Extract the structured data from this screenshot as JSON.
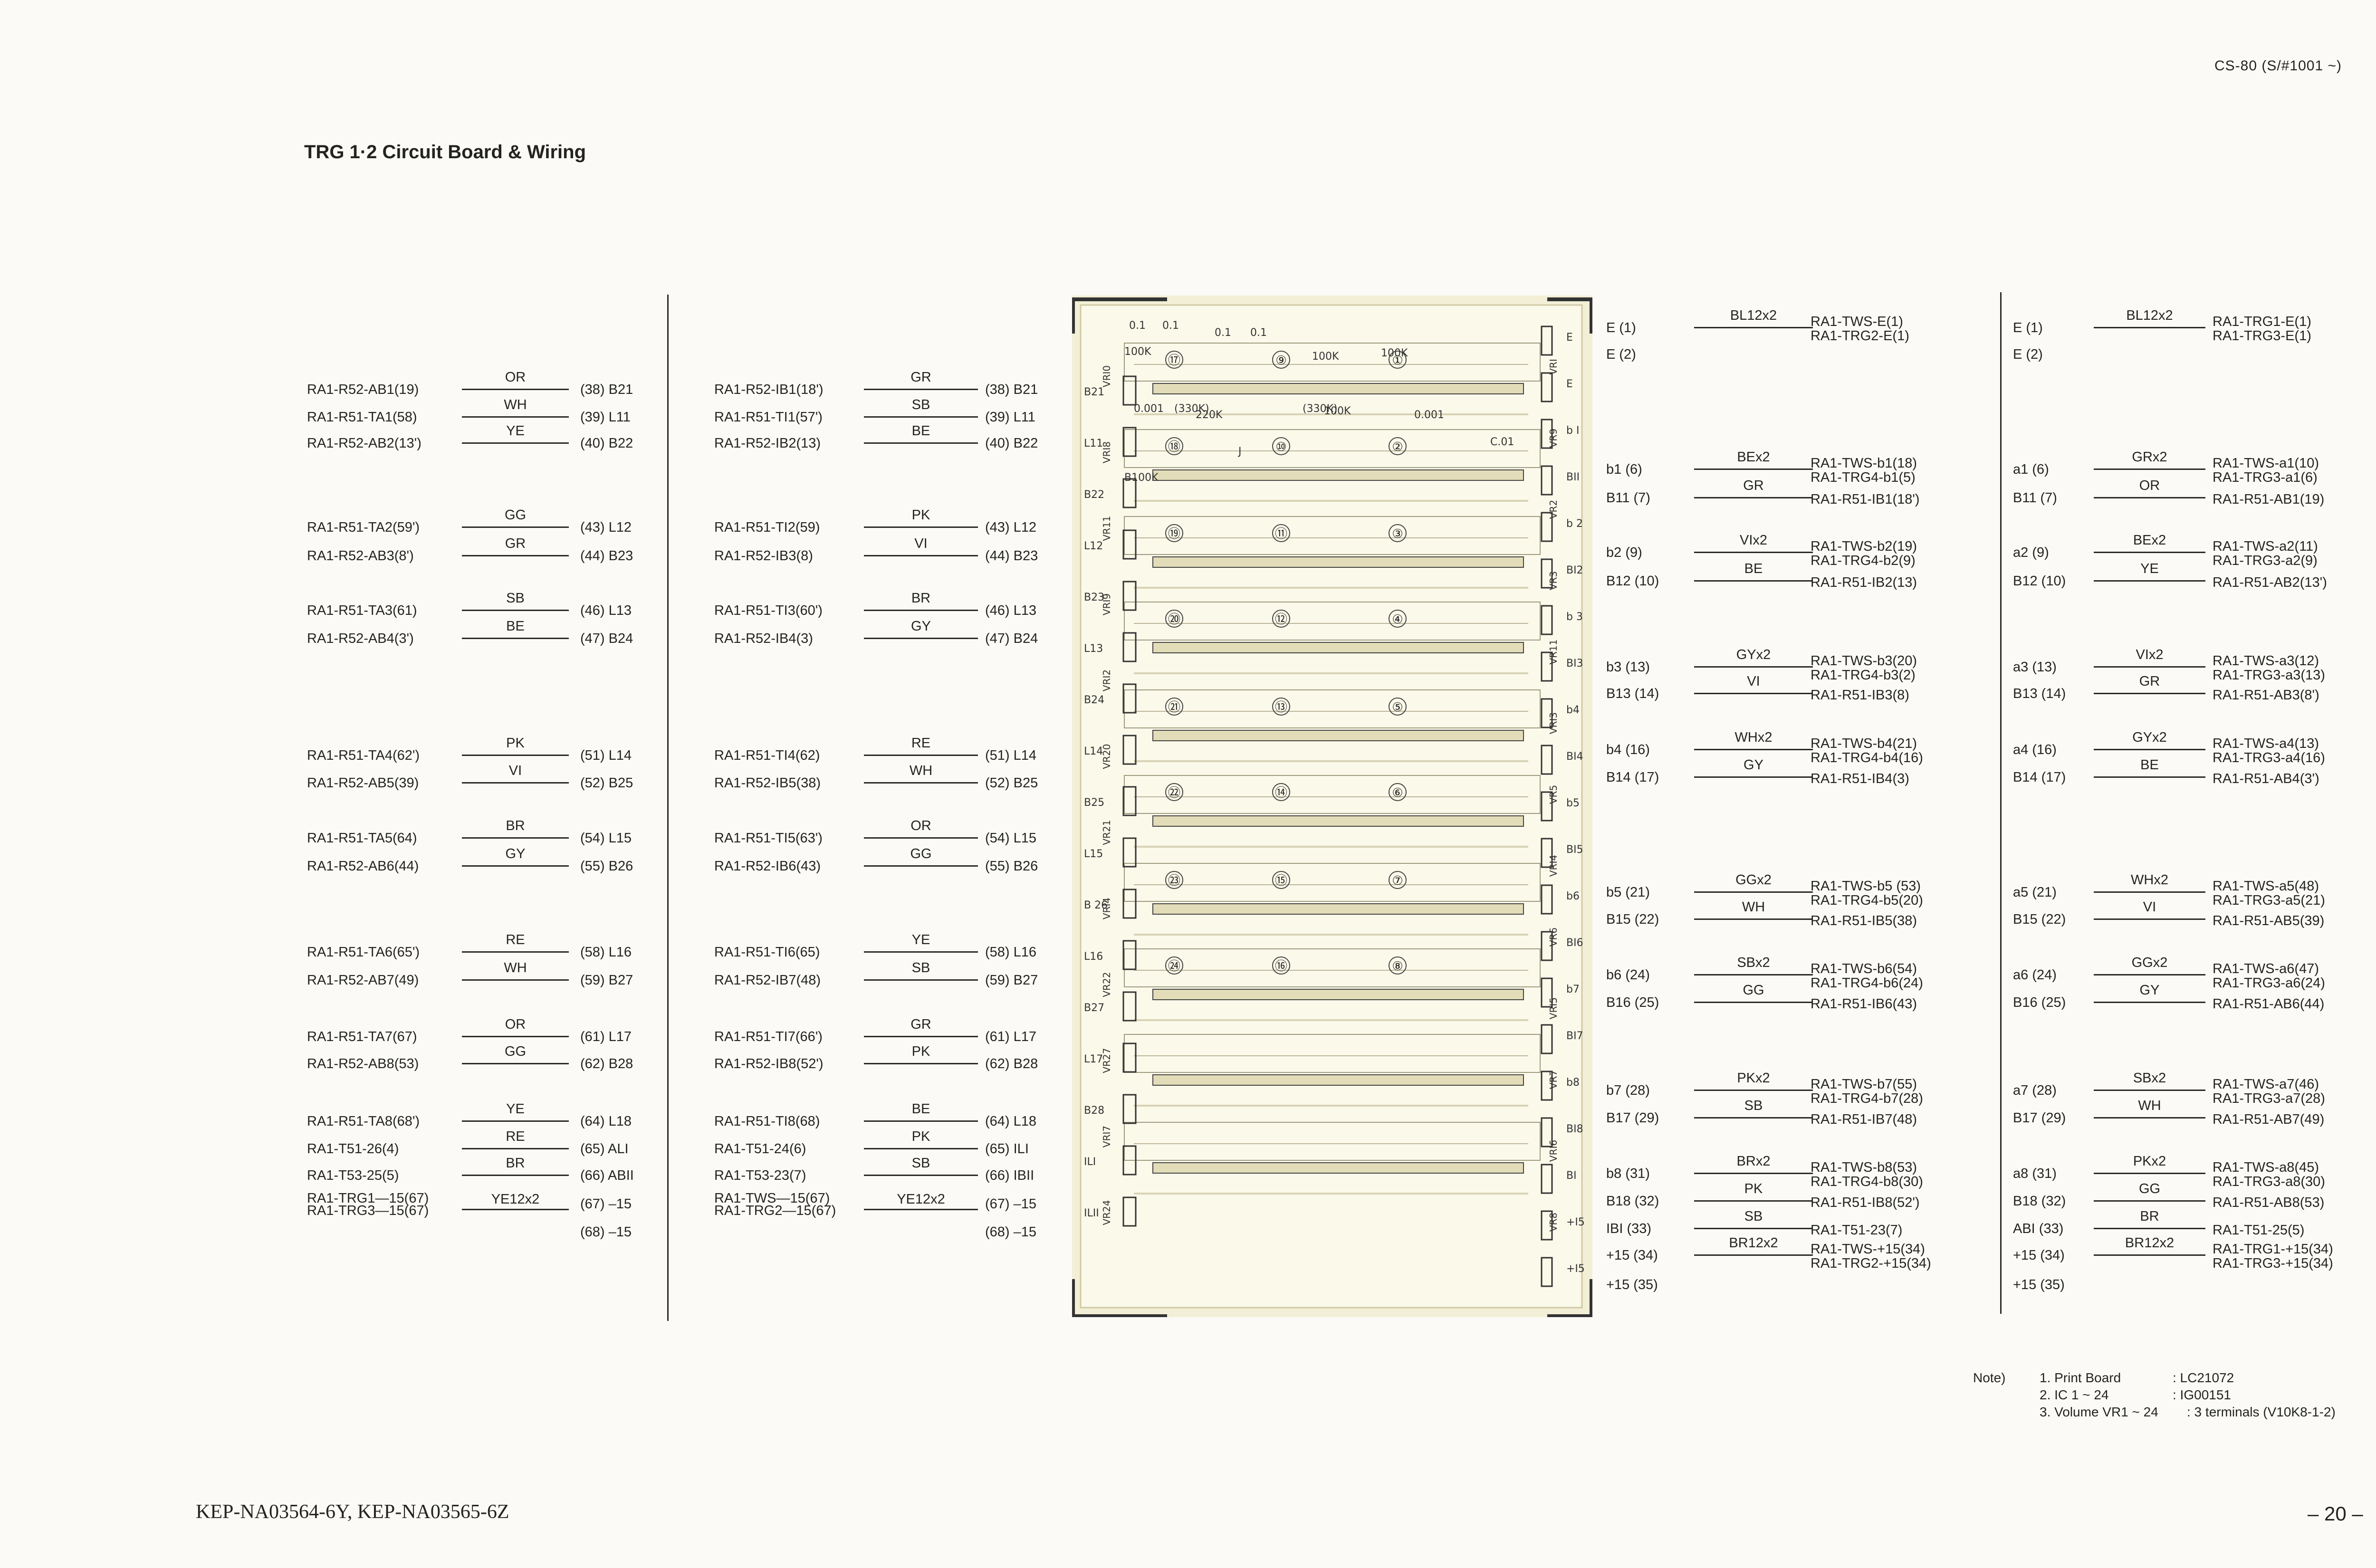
{
  "header": {
    "model": "CS-80 (S/#1001 ~)",
    "title": "TRG 1·2 Circuit Board & Wiring"
  },
  "footer": {
    "part_numbers": "KEP-NA03564-6Y, KEP-NA03565-6Z",
    "page": "– 20 –"
  },
  "left_wiring_1": [
    {
      "src": "RA1-R52-AB1(19)",
      "color": "OR",
      "dst": "(38) B21"
    },
    {
      "src": "RA1-R51-TA1(58)",
      "color": "WH",
      "dst": "(39) L11"
    },
    {
      "src": "RA1-R52-AB2(13')",
      "color": "YE",
      "dst": "(40) B22"
    },
    {
      "src": "RA1-R51-TA2(59')",
      "color": "GG",
      "dst": "(43) L12"
    },
    {
      "src": "RA1-R52-AB3(8')",
      "color": "GR",
      "dst": "(44) B23"
    },
    {
      "src": "RA1-R51-TA3(61)",
      "color": "SB",
      "dst": "(46) L13"
    },
    {
      "src": "RA1-R52-AB4(3')",
      "color": "BE",
      "dst": "(47) B24"
    },
    {
      "src": "RA1-R51-TA4(62')",
      "color": "PK",
      "dst": "(51) L14"
    },
    {
      "src": "RA1-R52-AB5(39)",
      "color": "VI",
      "dst": "(52) B25"
    },
    {
      "src": "RA1-R51-TA5(64)",
      "color": "BR",
      "dst": "(54) L15"
    },
    {
      "src": "RA1-R52-AB6(44)",
      "color": "GY",
      "dst": "(55) B26"
    },
    {
      "src": "RA1-R51-TA6(65')",
      "color": "RE",
      "dst": "(58) L16"
    },
    {
      "src": "RA1-R52-AB7(49)",
      "color": "WH",
      "dst": "(59) B27"
    },
    {
      "src": "RA1-R51-TA7(67)",
      "color": "OR",
      "dst": "(61) L17"
    },
    {
      "src": "RA1-R52-AB8(53)",
      "color": "GG",
      "dst": "(62) B28"
    },
    {
      "src": "RA1-R51-TA8(68')",
      "color": "YE",
      "dst": "(64) L18"
    },
    {
      "src": "RA1-T51-26(4)",
      "color": "RE",
      "dst": "(65) ALI"
    },
    {
      "src": "RA1-T53-25(5)",
      "color": "BR",
      "dst": "(66) ABII"
    },
    {
      "src": "RA1-TRG1—15(67)",
      "src2": "RA1-TRG3—15(67)",
      "color": "YE12x2",
      "dst": "(67) –15"
    },
    {
      "src": "",
      "color": "",
      "dst": "(68) –15"
    }
  ],
  "left_wiring_2": [
    {
      "src": "RA1-R52-IB1(18')",
      "color": "GR",
      "dst": "(38) B21"
    },
    {
      "src": "RA1-R51-TI1(57')",
      "color": "SB",
      "dst": "(39) L11"
    },
    {
      "src": "RA1-R52-IB2(13)",
      "color": "BE",
      "dst": "(40) B22"
    },
    {
      "src": "RA1-R51-TI2(59)",
      "color": "PK",
      "dst": "(43) L12"
    },
    {
      "src": "RA1-R52-IB3(8)",
      "color": "VI",
      "dst": "(44) B23"
    },
    {
      "src": "RA1-R51-TI3(60')",
      "color": "BR",
      "dst": "(46) L13"
    },
    {
      "src": "RA1-R52-IB4(3)",
      "color": "GY",
      "dst": "(47) B24"
    },
    {
      "src": "RA1-R51-TI4(62)",
      "color": "RE",
      "dst": "(51) L14"
    },
    {
      "src": "RA1-R52-IB5(38)",
      "color": "WH",
      "dst": "(52) B25"
    },
    {
      "src": "RA1-R51-TI5(63')",
      "color": "OR",
      "dst": "(54) L15"
    },
    {
      "src": "RA1-R52-IB6(43)",
      "color": "GG",
      "dst": "(55) B26"
    },
    {
      "src": "RA1-R51-TI6(65)",
      "color": "YE",
      "dst": "(58) L16"
    },
    {
      "src": "RA1-R52-IB7(48)",
      "color": "SB",
      "dst": "(59) B27"
    },
    {
      "src": "RA1-R51-TI7(66')",
      "color": "GR",
      "dst": "(61) L17"
    },
    {
      "src": "RA1-R52-IB8(52')",
      "color": "PK",
      "dst": "(62) B28"
    },
    {
      "src": "RA1-R51-TI8(68)",
      "color": "BE",
      "dst": "(64) L18"
    },
    {
      "src": "RA1-T51-24(6)",
      "color": "PK",
      "dst": "(65) ILI"
    },
    {
      "src": "RA1-T53-23(7)",
      "color": "SB",
      "dst": "(66) IBII"
    },
    {
      "src": "RA1-TWS—15(67)",
      "src2": "RA1-TRG2—15(67)",
      "color": "YE12x2",
      "dst": "(67) –15"
    },
    {
      "src": "",
      "color": "",
      "dst": "(68) –15"
    }
  ],
  "right_wiring_1": [
    {
      "pin": "E (1)",
      "color": "BL12x2",
      "dst": [
        "RA1-TWS-E(1)",
        "RA1-TRG2-E(1)"
      ]
    },
    {
      "pin": "E (2)",
      "color": "",
      "dst": []
    },
    {
      "pin": "b1 (6)",
      "color": "BEx2",
      "dst": [
        "RA1-TWS-b1(18)",
        "RA1-TRG4-b1(5)"
      ]
    },
    {
      "pin": "B11 (7)",
      "color": "GR",
      "dst": [
        "RA1-R51-IB1(18')"
      ]
    },
    {
      "pin": "b2 (9)",
      "color": "VIx2",
      "dst": [
        "RA1-TWS-b2(19)",
        "RA1-TRG4-b2(9)"
      ]
    },
    {
      "pin": "B12 (10)",
      "color": "BE",
      "dst": [
        "RA1-R51-IB2(13)"
      ]
    },
    {
      "pin": "b3 (13)",
      "color": "GYx2",
      "dst": [
        "RA1-TWS-b3(20)",
        "RA1-TRG4-b3(2)"
      ]
    },
    {
      "pin": "B13 (14)",
      "color": "VI",
      "dst": [
        "RA1-R51-IB3(8)"
      ]
    },
    {
      "pin": "b4 (16)",
      "color": "WHx2",
      "dst": [
        "RA1-TWS-b4(21)",
        "RA1-TRG4-b4(16)"
      ]
    },
    {
      "pin": "B14 (17)",
      "color": "GY",
      "dst": [
        "RA1-R51-IB4(3)"
      ]
    },
    {
      "pin": "b5 (21)",
      "color": "GGx2",
      "dst": [
        "RA1-TWS-b5 (53)",
        "RA1-TRG4-b5(20)"
      ]
    },
    {
      "pin": "B15 (22)",
      "color": "WH",
      "dst": [
        "RA1-R51-IB5(38)"
      ]
    },
    {
      "pin": "b6 (24)",
      "color": "SBx2",
      "dst": [
        "RA1-TWS-b6(54)",
        "RA1-TRG4-b6(24)"
      ]
    },
    {
      "pin": "B16 (25)",
      "color": "GG",
      "dst": [
        "RA1-R51-IB6(43)"
      ]
    },
    {
      "pin": "b7 (28)",
      "color": "PKx2",
      "dst": [
        "RA1-TWS-b7(55)",
        "RA1-TRG4-b7(28)"
      ]
    },
    {
      "pin": "B17 (29)",
      "color": "SB",
      "dst": [
        "RA1-R51-IB7(48)"
      ]
    },
    {
      "pin": "b8 (31)",
      "color": "BRx2",
      "dst": [
        "RA1-TWS-b8(53)",
        "RA1-TRG4-b8(30)"
      ]
    },
    {
      "pin": "B18 (32)",
      "color": "PK",
      "dst": [
        "RA1-R51-IB8(52')"
      ]
    },
    {
      "pin": "IBI (33)",
      "color": "SB",
      "dst": [
        "RA1-T51-23(7)"
      ]
    },
    {
      "pin": "+15 (34)",
      "color": "BR12x2",
      "dst": [
        "RA1-TWS-+15(34)",
        "RA1-TRG2-+15(34)"
      ]
    },
    {
      "pin": "+15 (35)",
      "color": "",
      "dst": []
    }
  ],
  "right_wiring_2": [
    {
      "pin": "E (1)",
      "color": "BL12x2",
      "dst": [
        "RA1-TRG1-E(1)",
        "RA1-TRG3-E(1)"
      ]
    },
    {
      "pin": "E (2)",
      "color": "",
      "dst": []
    },
    {
      "pin": "a1 (6)",
      "color": "GRx2",
      "dst": [
        "RA1-TWS-a1(10)",
        "RA1-TRG3-a1(6)"
      ]
    },
    {
      "pin": "B11 (7)",
      "color": "OR",
      "dst": [
        "RA1-R51-AB1(19)"
      ]
    },
    {
      "pin": "a2 (9)",
      "color": "BEx2",
      "dst": [
        "RA1-TWS-a2(11)",
        "RA1-TRG3-a2(9)"
      ]
    },
    {
      "pin": "B12 (10)",
      "color": "YE",
      "dst": [
        "RA1-R51-AB2(13')"
      ]
    },
    {
      "pin": "a3 (13)",
      "color": "VIx2",
      "dst": [
        "RA1-TWS-a3(12)",
        "RA1-TRG3-a3(13)"
      ]
    },
    {
      "pin": "B13 (14)",
      "color": "GR",
      "dst": [
        "RA1-R51-AB3(8')"
      ]
    },
    {
      "pin": "a4 (16)",
      "color": "GYx2",
      "dst": [
        "RA1-TWS-a4(13)",
        "RA1-TRG3-a4(16)"
      ]
    },
    {
      "pin": "B14 (17)",
      "color": "BE",
      "dst": [
        "RA1-R51-AB4(3')"
      ]
    },
    {
      "pin": "a5 (21)",
      "color": "WHx2",
      "dst": [
        "RA1-TWS-a5(48)",
        "RA1-TRG3-a5(21)"
      ]
    },
    {
      "pin": "B15 (22)",
      "color": "VI",
      "dst": [
        "RA1-R51-AB5(39)"
      ]
    },
    {
      "pin": "a6 (24)",
      "color": "GGx2",
      "dst": [
        "RA1-TWS-a6(47)",
        "RA1-TRG3-a6(24)"
      ]
    },
    {
      "pin": "B16 (25)",
      "color": "GY",
      "dst": [
        "RA1-R51-AB6(44)"
      ]
    },
    {
      "pin": "a7 (28)",
      "color": "SBx2",
      "dst": [
        "RA1-TWS-a7(46)",
        "RA1-TRG3-a7(28)"
      ]
    },
    {
      "pin": "B17 (29)",
      "color": "WH",
      "dst": [
        "RA1-R51-AB7(49)"
      ]
    },
    {
      "pin": "a8 (31)",
      "color": "PKx2",
      "dst": [
        "RA1-TWS-a8(45)",
        "RA1-TRG3-a8(30)"
      ]
    },
    {
      "pin": "B18 (32)",
      "color": "GG",
      "dst": [
        "RA1-R51-AB8(53)"
      ]
    },
    {
      "pin": "ABI (33)",
      "color": "BR",
      "dst": [
        "RA1-T51-25(5)"
      ]
    },
    {
      "pin": "+15 (34)",
      "color": "BR12x2",
      "dst": [
        "RA1-TRG1-+15(34)",
        "RA1-TRG3-+15(34)"
      ]
    },
    {
      "pin": "+15 (35)",
      "color": "",
      "dst": []
    }
  ],
  "board": {
    "left_pins": [
      "B21",
      "L11",
      "B22",
      "L12",
      "B23",
      "L13",
      "B24",
      "L14",
      "B25",
      "L15",
      "B 26",
      "L16",
      "B27",
      "L17",
      "B28",
      "ILI",
      "ILII"
    ],
    "right_pins": [
      "E",
      "E",
      "b I",
      "BII",
      "b 2",
      "BI2",
      "b 3",
      "BI3",
      "b4",
      "BI4",
      "b5",
      "BI5",
      "b6",
      "BI6",
      "b7",
      "BI7",
      "b8",
      "BI8",
      "BI",
      "+I5",
      "+I5"
    ],
    "left_vr": [
      "VRI0",
      "VRI8",
      "VR11",
      "VRI9",
      "VRI2",
      "VR20",
      "VR21",
      "VRI4",
      "VR22",
      "VR27",
      "VRI7",
      "VR24"
    ],
    "right_vr": [
      "VRI",
      "VR9",
      "VR2",
      "VR3",
      "VR11",
      "VRI3",
      "VR5",
      "VRI4",
      "VR6",
      "VRI5",
      "VR7",
      "VRI6",
      "VR8"
    ],
    "ic_labels": [
      "⑰",
      "⑨",
      "①",
      "⑱",
      "⑩",
      "②",
      "⑲",
      "⑪",
      "③",
      "⑳",
      "⑫",
      "④",
      "㉑",
      "⑬",
      "⑤",
      "㉒",
      "⑭",
      "⑥",
      "㉓",
      "⑮",
      "⑦",
      "㉔",
      "⑯",
      "⑧"
    ],
    "value_labels": [
      "0.1",
      "0.1",
      "0.1",
      "0.1",
      "100K",
      "100K",
      "100K",
      "0.001",
      "(330K)",
      "220K",
      "100K",
      "(330K)",
      "0.001",
      "B100K",
      "J",
      "C.01"
    ]
  },
  "notes": {
    "title": "Note)",
    "items": [
      {
        "key": "1.  Print Board",
        "val": ":  LC21072"
      },
      {
        "key": "2.  IC 1 ~ 24",
        "val": ":  IG00151"
      },
      {
        "key": "3.  Volume VR1 ~ 24",
        "val": ": 3 terminals (V10K8-1-2)"
      }
    ]
  }
}
